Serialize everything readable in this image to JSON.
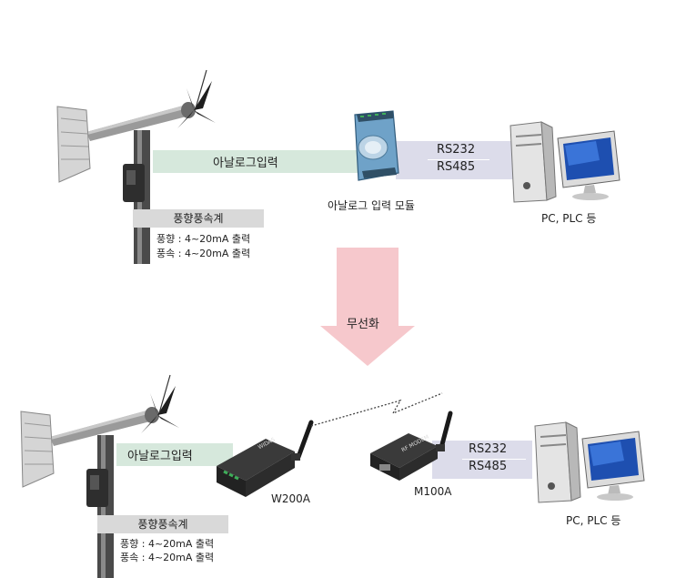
{
  "top": {
    "analog_input": "아날로그입력",
    "rs232": "RS232",
    "rs485": "RS485",
    "module_label": "아날로그 입력 모듈",
    "pc_label": "PC, PLC 등",
    "sensor_title": "풍향풍속계",
    "spec_direction": "풍향 : 4~20mA 출력",
    "spec_speed": "풍속 : 4~20mA 출력"
  },
  "arrow": {
    "label": "무선화"
  },
  "bottom": {
    "analog_input": "아날로그입력",
    "rs232": "RS232",
    "rs485": "RS485",
    "w200a_label": "W200A",
    "w200a_brand": "WIDAS",
    "m100a_label": "M100A",
    "m100a_brand": "RF MODEM",
    "pc_label": "PC, PLC 등",
    "sensor_title": "풍향풍속계",
    "spec_direction": "풍향 : 4~20mA 출력",
    "spec_speed": "풍속 : 4~20mA 출력"
  },
  "colors": {
    "analog_band": "#d6e8dc",
    "serial_band": "#dcdcea",
    "arrow_fill": "#f6c8cc",
    "label_box": "#d9d9d9"
  },
  "icons": [
    "anemometer-icon",
    "analog-module-icon",
    "desktop-pc-icon",
    "wireless-transmitter-icon",
    "rf-modem-icon",
    "wireless-link-icon"
  ]
}
